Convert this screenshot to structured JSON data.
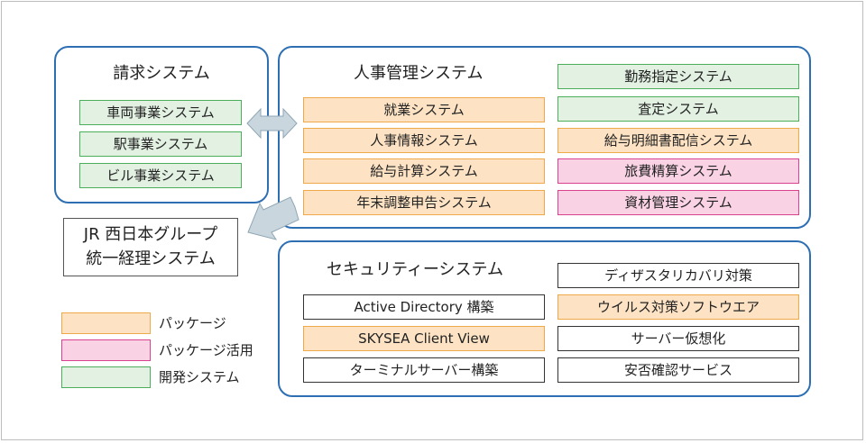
{
  "colors": {
    "group_border": "#2e6fb4",
    "package_fill": "#fde3c4",
    "package_border": "#f0a94a",
    "package_use_fill": "#f9d2e4",
    "package_use_border": "#d9428f",
    "development_fill": "#e3f1e3",
    "development_border": "#4cae5b",
    "arrow_fill": "#c9d6de",
    "arrow_stroke": "#8fa6b5"
  },
  "billing": {
    "title": "請求システム",
    "items": [
      {
        "label": "車両事業システム",
        "type": "development"
      },
      {
        "label": "駅事業システム",
        "type": "development"
      },
      {
        "label": "ビル事業システム",
        "type": "development"
      }
    ]
  },
  "hr": {
    "title": "人事管理システム",
    "left_items": [
      {
        "label": "就業システム",
        "type": "package"
      },
      {
        "label": "人事情報システム",
        "type": "package"
      },
      {
        "label": "給与計算システム",
        "type": "package"
      },
      {
        "label": "年末調整申告システム",
        "type": "package"
      }
    ],
    "right_items": [
      {
        "label": "勤務指定システム",
        "type": "development"
      },
      {
        "label": "査定システム",
        "type": "development"
      },
      {
        "label": "給与明細書配信システム",
        "type": "package"
      },
      {
        "label": "旅費精算システム",
        "type": "package_use"
      },
      {
        "label": "資材管理システム",
        "type": "package_use"
      }
    ]
  },
  "security": {
    "title": "セキュリティーシステム",
    "left_items": [
      {
        "label": "Active Directory 構築",
        "type": "plain"
      },
      {
        "label": "SKYSEA Client View",
        "type": "package"
      },
      {
        "label": "ターミナルサーバー構築",
        "type": "plain"
      }
    ],
    "right_items": [
      {
        "label": "ディザスタリカバリ対策",
        "type": "plain"
      },
      {
        "label": "ウイルス対策ソフトウエア",
        "type": "package"
      },
      {
        "label": "サーバー仮想化",
        "type": "plain"
      },
      {
        "label": "安否確認サービス",
        "type": "plain"
      }
    ]
  },
  "accounting": {
    "line1": "JR 西日本グループ",
    "line2": "統一経理システム"
  },
  "legend": [
    {
      "label": "パッケージ",
      "type": "package"
    },
    {
      "label": "パッケージ活用",
      "type": "package_use"
    },
    {
      "label": "開発システム",
      "type": "development"
    }
  ],
  "arrows": [
    {
      "name": "billing-hr-bidirectional-arrow",
      "from": "請求システム",
      "to": "人事管理システム",
      "direction": "both"
    },
    {
      "name": "hr-to-accounting-arrow",
      "from": "人事管理システム",
      "to": "JR 西日本グループ 統一経理システム",
      "direction": "one-way"
    }
  ]
}
